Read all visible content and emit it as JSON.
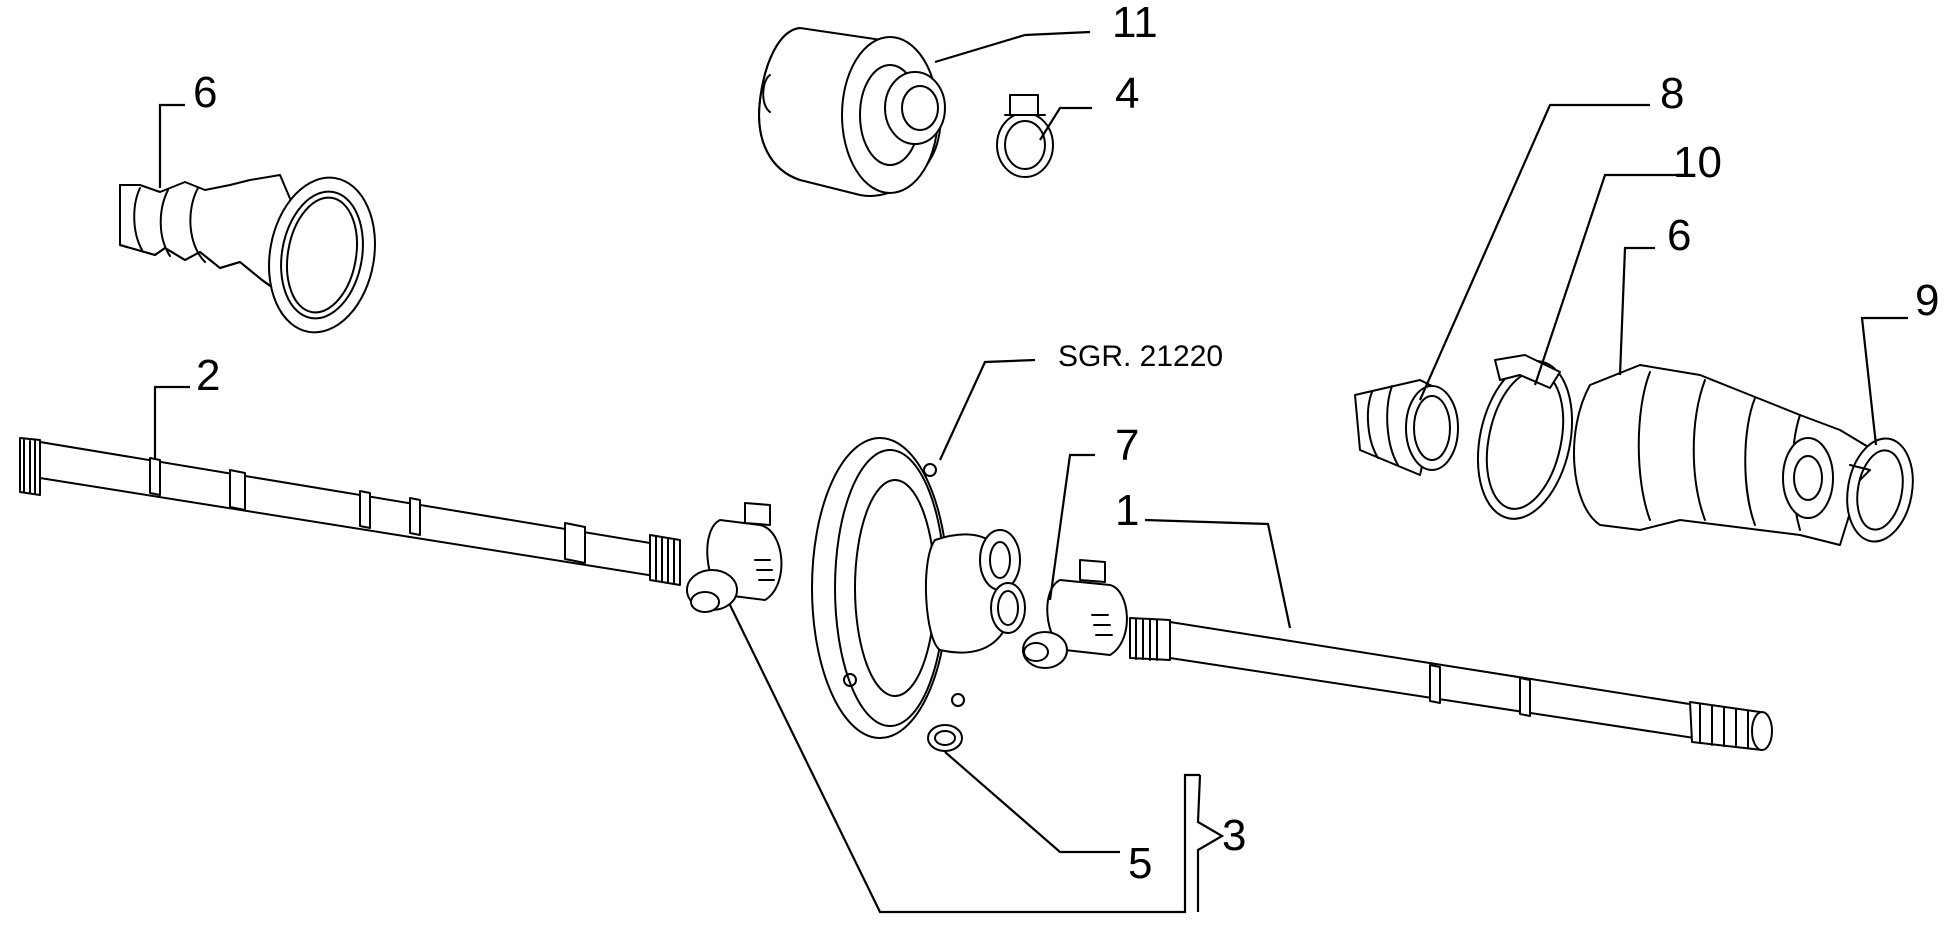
{
  "reference": "SGR. 21220",
  "callouts": {
    "c11": "11",
    "c4": "4",
    "c6_left": "6",
    "c8": "8",
    "c10": "10",
    "c6_right": "6",
    "c9": "9",
    "c2": "2",
    "c7": "7",
    "c1": "1",
    "c3": "3",
    "c5": "5"
  }
}
